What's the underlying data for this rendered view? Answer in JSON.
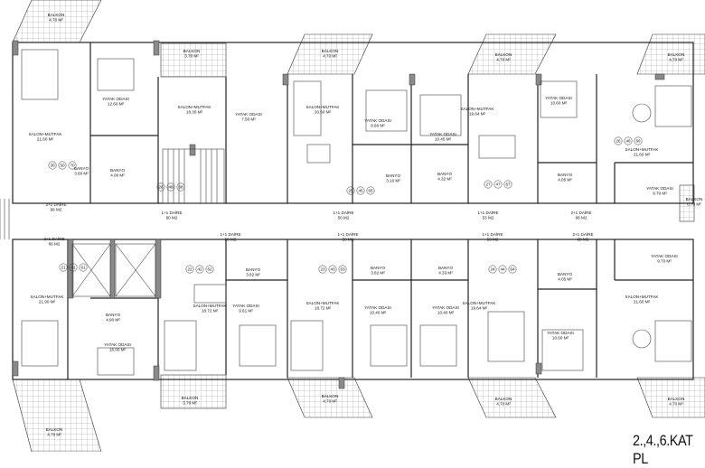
{
  "title": "2.,4.,6.KAT PL",
  "rooms": [
    {
      "name": "BALKON",
      "area": "4.70 M²"
    },
    {
      "name": "BALKON",
      "area": "3.70 M²"
    },
    {
      "name": "YATAK ODASI",
      "area": "12.60 M²"
    },
    {
      "name": "SALON+MUTFAK",
      "area": "21.60 M²"
    },
    {
      "name": "BANYO",
      "area": "3.60 M²"
    },
    {
      "name": "BANYO",
      "area": "4.00 M²"
    },
    {
      "name": "SALON+MUTFAK",
      "area": "18.30 M²"
    },
    {
      "name": "2+1 DAİRE",
      "area": "66 M2"
    },
    {
      "name": "1+1 DAİRE",
      "area": "60 M2"
    },
    {
      "name": "YATAK ODASI",
      "area": "7.50 M²"
    },
    {
      "name": "BALKON",
      "area": "4.70 M²"
    },
    {
      "name": "SALON+MUTFAK",
      "area": "20.60 M²"
    },
    {
      "name": "YATAK ODASI",
      "area": "8.60 M²"
    },
    {
      "name": "YATAK ODASI",
      "area": "10.45 M²"
    },
    {
      "name": "BANYO",
      "area": "3.10 M²"
    },
    {
      "name": "BANYO",
      "area": "4.32 M²"
    },
    {
      "name": "1+1 DAİRE",
      "area": "50 M2"
    },
    {
      "name": "BALKON",
      "area": "4.70 M²"
    },
    {
      "name": "SALON+MUTFAK",
      "area": "19.64 M²"
    },
    {
      "name": "YATAK ODASI",
      "area": "10.60 M²"
    },
    {
      "name": "BANYO",
      "area": "4.05 M²"
    },
    {
      "name": "1+1 DAİRE",
      "area": "53 M2"
    },
    {
      "name": "2+1 DAİRE",
      "area": "68 M2"
    },
    {
      "name": "BALKON",
      "area": "4.70 M²"
    },
    {
      "name": "SALON+MUTFAK",
      "area": "21.60 M²"
    },
    {
      "name": "YATAK ODASI",
      "area": "9.70 M²"
    },
    {
      "name": "BALKON",
      "area": "0.70 M²"
    },
    {
      "name": "2+1 DAİRE",
      "area": "66 M2"
    },
    {
      "name": "1+1 DAİRE",
      "area": "50 M2"
    },
    {
      "name": "SALON+MUTFAK",
      "area": "21.90 M²"
    },
    {
      "name": "BANYO",
      "area": "4.90 M²"
    },
    {
      "name": "YATAK ODASI",
      "area": "16.00 M²"
    },
    {
      "name": "SALON+MUTFAK",
      "area": "18.72 M²"
    },
    {
      "name": "BALKON",
      "area": "3.70 M²"
    },
    {
      "name": "BALKON",
      "area": "4.70 M²"
    },
    {
      "name": "BANYO",
      "area": "3.82 M²"
    },
    {
      "name": "YATAK ODASI",
      "area": "9.61 M²"
    },
    {
      "name": "SALON+MUTFAK",
      "area": "18.72 M²"
    },
    {
      "name": "BALKON",
      "area": "4.70 M²"
    },
    {
      "name": "1+1 DAİRE",
      "area": "50 M2"
    },
    {
      "name": "BANYO",
      "area": "3.82 M²"
    },
    {
      "name": "YATAK ODASI",
      "area": "10.40 M²"
    },
    {
      "name": "BANYO",
      "area": "4.33 M²"
    },
    {
      "name": "YATAK ODASI",
      "area": "10.40 M²"
    },
    {
      "name": "1+1 DAİRE",
      "area": "53 M2"
    },
    {
      "name": "SALON+MUTFAK",
      "area": "19.64 M²"
    },
    {
      "name": "BALKON",
      "area": "4.70 M²"
    },
    {
      "name": "2+1 DAİRE",
      "area": "68 M2"
    },
    {
      "name": "BANYO",
      "area": "4.05 M²"
    },
    {
      "name": "YATAK ODASI",
      "area": "10.60 M²"
    },
    {
      "name": "YATAK ODASI",
      "area": "9.70 M²"
    },
    {
      "name": "SALON+MUTFAK",
      "area": "21.60 M²"
    },
    {
      "name": "BALKON",
      "area": "4.70 M²"
    }
  ],
  "unit_codes": [
    [
      "30",
      "50",
      "70"
    ],
    [
      "28",
      "48",
      "68"
    ],
    [
      "26",
      "46",
      "66"
    ],
    [
      "27",
      "47",
      "67"
    ],
    [
      "25",
      "45",
      "65"
    ],
    [
      "21",
      "41",
      "61"
    ],
    [
      "22",
      "42",
      "62"
    ],
    [
      "23",
      "43",
      "63"
    ],
    [
      "24",
      "44",
      "64"
    ]
  ]
}
